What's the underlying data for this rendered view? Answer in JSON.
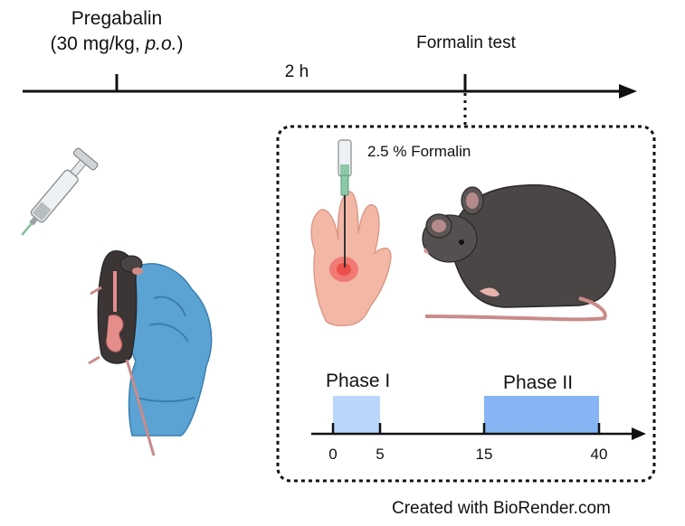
{
  "timeline": {
    "drug_name": "Pregabalin",
    "dose_prefix": "(30 mg/kg, ",
    "dose_route": "p.o.",
    "dose_suffix": ")",
    "interval": "2 h",
    "test_name": "Formalin test"
  },
  "injection": {
    "label": "2.5 % Formalin"
  },
  "phases": {
    "phase1_label": "Phase I",
    "phase2_label": "Phase II",
    "phase1_color": "#b9d6fb",
    "phase2_color": "#86b4f4",
    "ticks": [
      "0",
      "5",
      "15",
      "40"
    ]
  },
  "footer": {
    "credit": "Created with BioRender.com"
  },
  "icons": [
    "syringe-icon",
    "mouse-in-hand-icon",
    "paw-icon",
    "mouse-icon"
  ]
}
